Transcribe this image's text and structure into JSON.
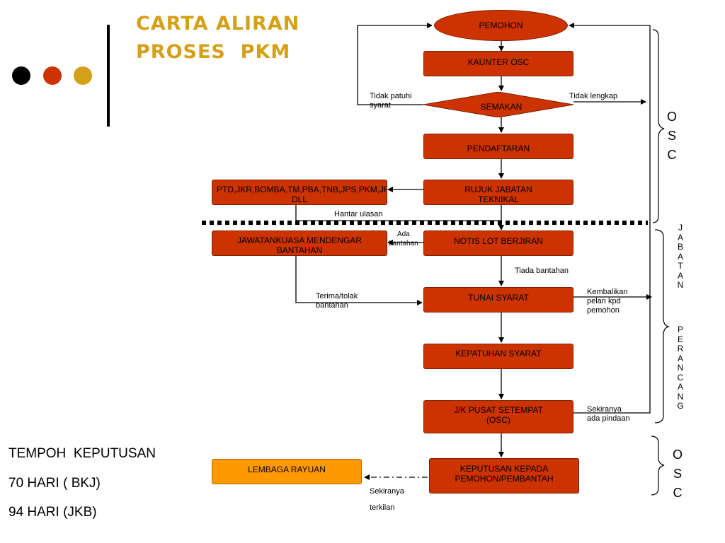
{
  "title": {
    "line1": "CARTA ALIRAN",
    "line2": "PROSES  PKM"
  },
  "colors": {
    "title": "#d4a017",
    "box": "#cc3300",
    "box_orange": "#ff9900",
    "dot_black": "#000000",
    "dot_red": "#cc3300",
    "dot_gold": "#d4a017"
  },
  "nodes": {
    "pemohon": "PEMOHON",
    "kaunter": "KAUNTER OSC",
    "semakan": "SEMAKAN",
    "pendaftaran": "PENDAFTARAN",
    "rujuk": "RUJUK JABATAN TEKNIKAL",
    "agencies": "PTD,JKR,BOMBA,TM,PBA,TNB,JPS,PKM,JPP,PPKM DLL",
    "notis": "NOTIS LOT BERJIRAN",
    "jawatankuasa": "JAWATANKUASA MENDENGAR BANTAHAN",
    "tunai": "TUNAI SYARAT",
    "kepatuhan": "KEPATUHAN SYARAT",
    "jk_pusat": "J/K PUSAT SETEMPAT (OSC)",
    "keputusan": "KEPUTUSAN KEPADA PEMOHON/PEMBANTAH",
    "rayuan": "LEMBAGA RAYUAN"
  },
  "labels": {
    "tidak_patuhi": "Tidak patuhi\nsyarat",
    "tidak_lengkap": "Tidak lengkap",
    "hantar_ulasan": "Hantar ulasan",
    "ada_bantahan": "Ada\nbantahan",
    "tiada_bantahan": "Tiada bantahan",
    "terima_tolak": "Terima/tolak\nbantahan",
    "kembalikan": "Kembalikan\npelan kpd\npemohon",
    "sekiranya_pindaan": "Sekiranya\nada pindaan",
    "sekiranya_terkilan_1": "Sekiranya",
    "sekiranya_terkilan_2": "terkilan"
  },
  "side_labels": {
    "osc_top": "O S C",
    "jabatan": "J A B A T A N",
    "perancang": "P E R A N C A N G",
    "osc_bottom": "O S C"
  },
  "tempoh": {
    "line1": "TEMPOH  KEPUTUSAN",
    "line2": "70 HARI ( BKJ)",
    "line3": "94 HARI (JKB)"
  }
}
